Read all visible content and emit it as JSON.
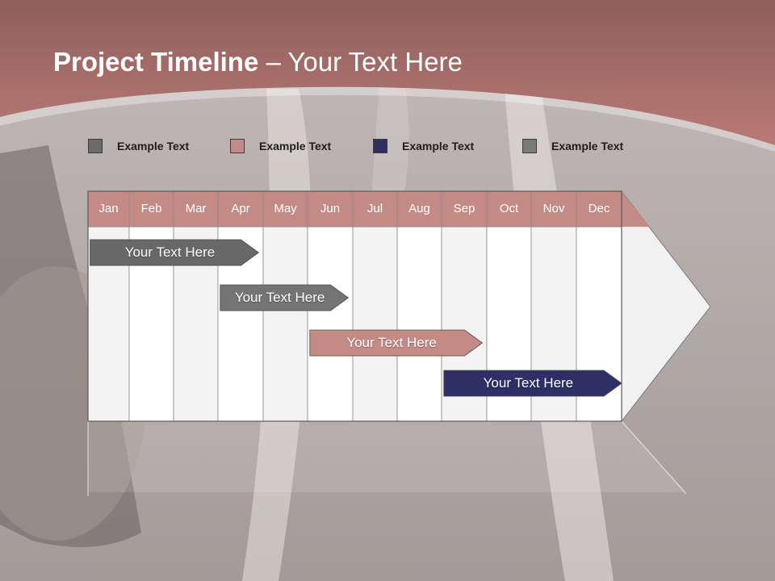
{
  "slide": {
    "title_bold": "Project Timeline",
    "title_rest": " – Your Text Here"
  },
  "legend": [
    {
      "label": "Example Text",
      "color": "#6b6b6b"
    },
    {
      "label": "Example Text",
      "color": "#c48b86"
    },
    {
      "label": "Example Text",
      "color": "#2f2f66"
    },
    {
      "label": "Example Text",
      "color": "#7a7a7a"
    }
  ],
  "timeline": {
    "months": [
      "Jan",
      "Feb",
      "Mar",
      "Apr",
      "May",
      "Jun",
      "Jul",
      "Aug",
      "Sep",
      "Oct",
      "Nov",
      "Dec"
    ],
    "header_color": "#c48b86",
    "tasks": [
      {
        "label": "Your  Text Here",
        "start": 0.05,
        "end": 3.9,
        "color": "#686868"
      },
      {
        "label": "Your  Text Here",
        "start": 3.05,
        "end": 5.9,
        "color": "#747474"
      },
      {
        "label": "Your  Text Here",
        "start": 5.05,
        "end": 8.9,
        "color": "#c48b86"
      },
      {
        "label": "Your  Text Here",
        "start": 8.05,
        "end": 12.0,
        "color": "#2f2f66"
      }
    ]
  }
}
